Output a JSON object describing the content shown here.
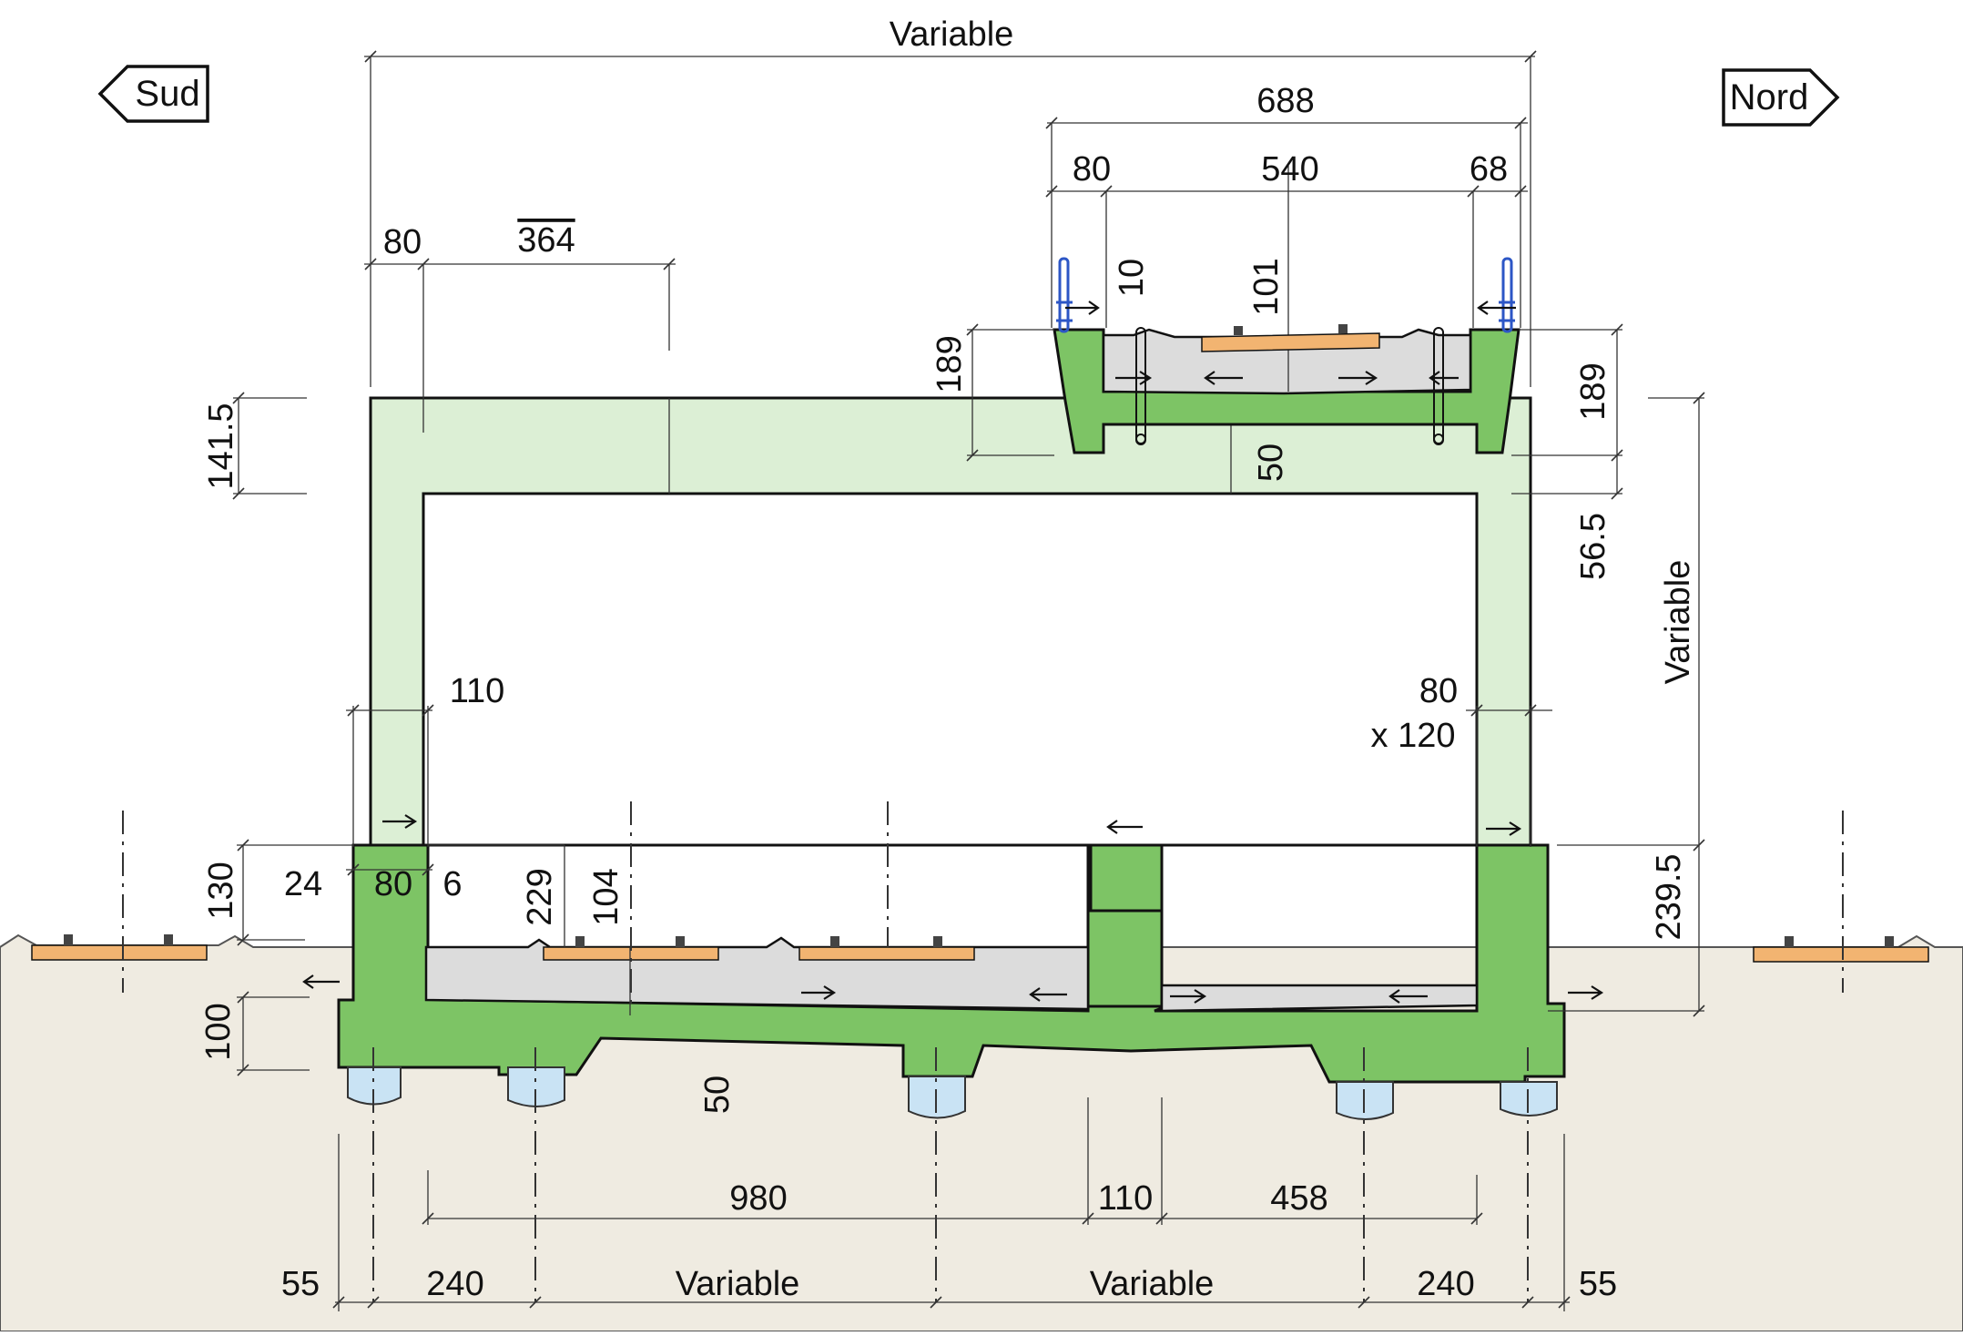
{
  "labels": {
    "sud": "Sud",
    "nord": "Nord"
  },
  "dimensions": {
    "top_overall": "Variable",
    "upper_deck_width": "688",
    "upper_left": "80",
    "upper_center": "540",
    "upper_right": "68",
    "left_wall": "80",
    "left_span": "364",
    "upper_depth_left": "189",
    "upper_depth_right": "189",
    "slab_depth": "141.5",
    "ballast_10": "10",
    "ballast_101": "101",
    "deck_slab_50": "50",
    "right_gap": "56.5",
    "right_height": "Variable",
    "wall_110": "110",
    "corner_80": "80",
    "corner_x120": "x 120",
    "base_130": "130",
    "base_24": "24",
    "base_80": "80",
    "base_6": "6",
    "base_229": "229",
    "base_104": "104",
    "right_2395": "239.5",
    "foot_100": "100",
    "bottom_50": "50",
    "span_980": "980",
    "span_110": "110",
    "span_458": "458",
    "b_55_left": "55",
    "b_240_left": "240",
    "b_var_left": "Variable",
    "b_var_right": "Variable",
    "b_240_right": "240",
    "b_55_right": "55"
  },
  "colors": {
    "ground": "#efebe1",
    "light_green": "#dcefd5",
    "dark_green": "#7dc465",
    "ballast_grey": "#dcdcdc",
    "sleeper_orange": "#f2b471",
    "railing_blue": "#2c56c6",
    "pile_blue": "#c9e3f4"
  }
}
